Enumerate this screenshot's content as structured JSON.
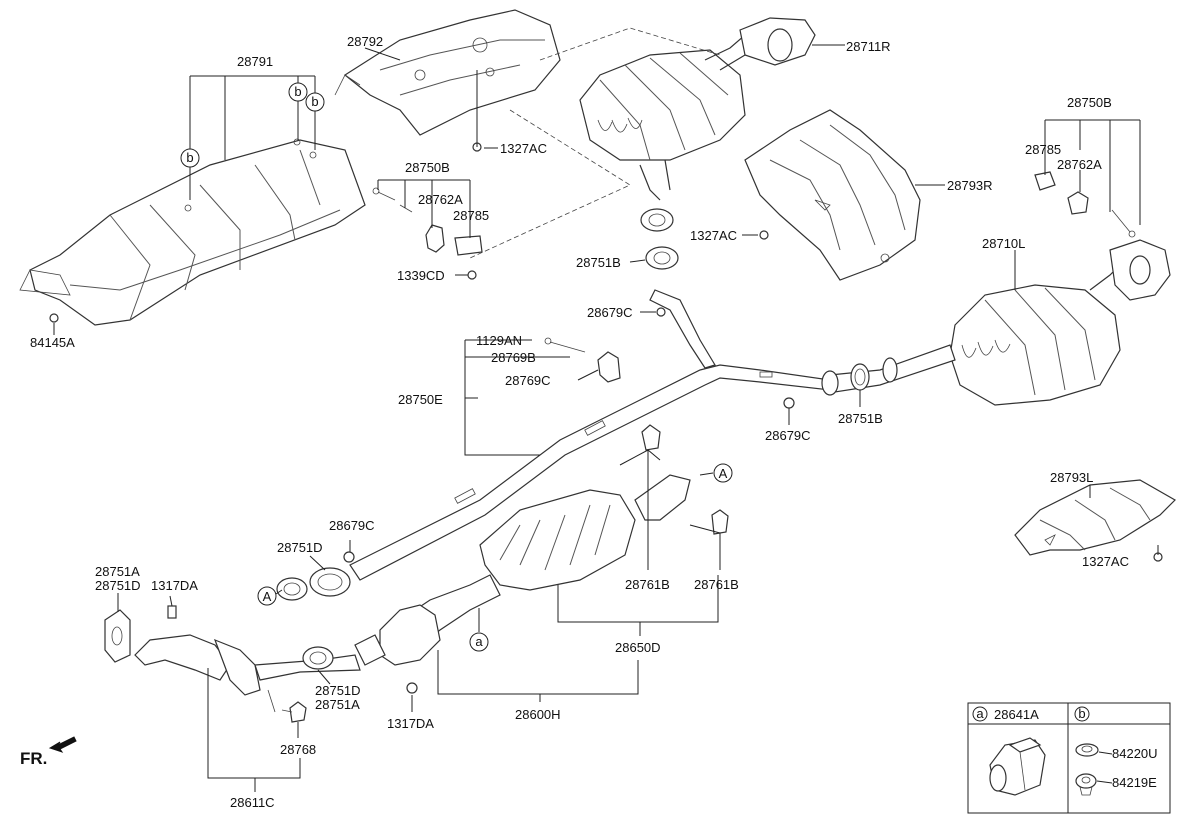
{
  "labels": {
    "l28791": "28791",
    "l28792": "28792",
    "l28711R": "28711R",
    "l1327AC_a": "1327AC",
    "l28750B_top": "28750B",
    "l28762A_top": "28762A",
    "l28785_top": "28785",
    "l1339CD": "1339CD",
    "l84145A": "84145A",
    "l28793R": "28793R",
    "l1327AC_b": "1327AC",
    "l28751B_a": "28751B",
    "l28679C_a": "28679C",
    "l1129AN": "1129AN",
    "l28769B": "28769B",
    "l28769C": "28769C",
    "l28750E": "28750E",
    "l28679C_b": "28679C",
    "l28751B_b": "28751B",
    "l28750B_right": "28750B",
    "l28785_right": "28785",
    "l28762A_right": "28762A",
    "l28710L": "28710L",
    "l28793L": "28793L",
    "l1327AC_c": "1327AC",
    "l28679C_c": "28679C",
    "l28751D_a": "28751D",
    "l28751A_a": "28751A",
    "l28751D_b": "28751D",
    "l1317DA_a": "1317DA",
    "l28761B_a": "28761B",
    "l28761B_b": "28761B",
    "l28650D": "28650D",
    "l28751D_c": "28751D",
    "l28751A_b": "28751A",
    "l1317DA_b": "1317DA",
    "l28768": "28768",
    "l28600H": "28600H",
    "l28611C": "28611C"
  },
  "callouts": {
    "a": "a",
    "b": "b",
    "A": "A"
  },
  "orientation": {
    "fr_label": "FR."
  },
  "legend": {
    "a_code": "a",
    "a_part": "28641A",
    "b_code": "b",
    "b_part_1": "84220U",
    "b_part_2": "84219E"
  }
}
